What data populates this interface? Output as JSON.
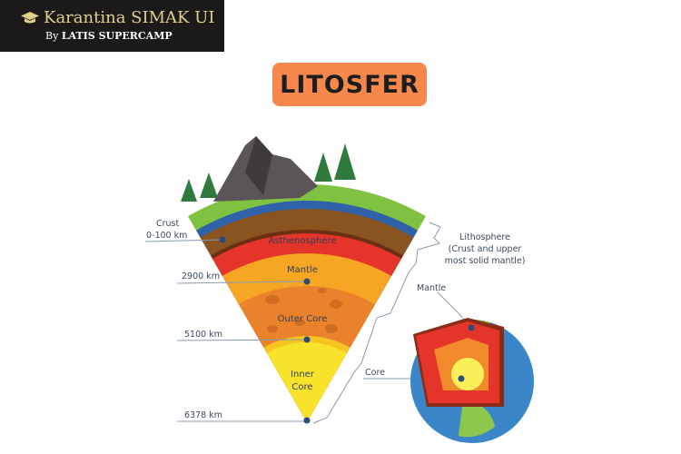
{
  "brand": {
    "title": "Karantina SIMAK UI",
    "by": "By",
    "org": "LATIS SUPERCAMP",
    "icon": "graduation-cap-icon",
    "color": "#e2cf8e"
  },
  "title": "LITOSFER",
  "colors": {
    "badge": "#f7874a"
  },
  "layers": {
    "asthenosphere": "Asthenosphere",
    "mantle": "Mantle",
    "outer_core": "Outer Core",
    "inner_core_1": "Inner",
    "inner_core_2": "Core"
  },
  "depths": {
    "crust_1": "Crust",
    "crust_2": "0-100 km",
    "d2900": "2900 km",
    "d5100": "5100 km",
    "d6378": "6378 km"
  },
  "brackets": {
    "lith_1": "Lithosphere",
    "lith_2": "(Crust and upper",
    "lith_3": "most solid mantle)",
    "mantle": "Mantle",
    "core": "Core"
  }
}
